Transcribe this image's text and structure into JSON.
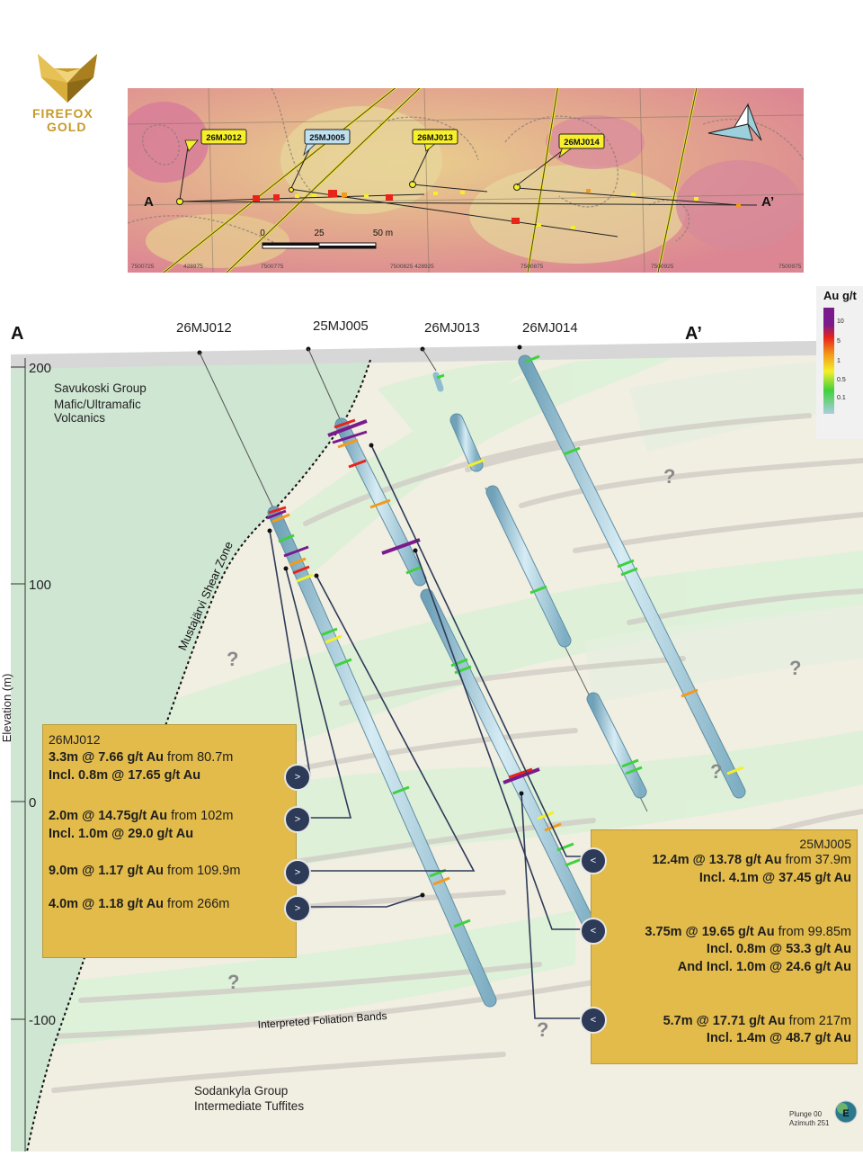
{
  "logo": {
    "line1": "FIREFOX",
    "line2": "GOLD"
  },
  "map": {
    "hole_labels": [
      "26MJ012",
      "25MJ005",
      "26MJ013",
      "26MJ014"
    ],
    "point_a": "A",
    "point_a_prime": "A’",
    "scale": {
      "ticks": [
        "0",
        "25",
        "50 m"
      ]
    },
    "coord_labels": [
      "7500725",
      "428975",
      "7500775",
      "7500825 428925",
      "7500875",
      "7500925",
      "7500975"
    ],
    "north_arrow_icon": "north-arrow-icon"
  },
  "section": {
    "label_a": "A",
    "label_a_prime": "A’",
    "hole_labels": [
      "26MJ012",
      "25MJ005",
      "26MJ013",
      "26MJ014"
    ],
    "y_axis_title": "Elevation (m)",
    "y_ticks": [
      "200",
      "100",
      "0",
      "-100"
    ],
    "units": {
      "top": [
        "Savukoski Group",
        "Mafic/Ultramafic",
        "Volcanics"
      ],
      "bottom": [
        "Sodankyla Group",
        "Intermediate Tuffites"
      ]
    },
    "shear_zone": "Mustajärvi Shear Zone",
    "foliation": "Interpreted Foliation Bands",
    "question_mark": "?",
    "plunge": "Plunge 00",
    "azimuth": "Azimuth 251",
    "compass_letter": "E"
  },
  "legend": {
    "title": "Au g/t",
    "entries": [
      {
        "label": "10",
        "color": "#7a1a8c"
      },
      {
        "label": "5",
        "color": "#e8231a"
      },
      {
        "label": "1",
        "color": "#f39a1a"
      },
      {
        "label": "0.5",
        "color": "#f5ef2a"
      },
      {
        "label": "0.1",
        "color": "#3fd23c"
      },
      {
        "label": "",
        "color": "#a9cde0"
      }
    ]
  },
  "box_left": {
    "title": "26MJ012",
    "lines": [
      {
        "bold": "3.3m @ 7.66 g/t Au",
        "rest": " from 80.7m"
      },
      {
        "bold": "Incl.  0.8m @ 17.65 g/t Au",
        "rest": ""
      },
      {
        "bold": "2.0m @ 14.75g/t Au",
        "rest": " from 102m"
      },
      {
        "bold": "Incl.  1.0m @ 29.0 g/t Au",
        "rest": ""
      },
      {
        "bold": "9.0m @ 1.17 g/t Au",
        "rest": " from 109.9m"
      },
      {
        "bold": "4.0m @ 1.18 g/t Au",
        "rest": " from 266m"
      }
    ],
    "button_glyph": ">"
  },
  "box_right": {
    "title": "25MJ005",
    "lines": [
      {
        "bold": "12.4m @ 13.78 g/t Au",
        "rest": " from 37.9m"
      },
      {
        "bold": "Incl. 4.1m @ 37.45 g/t Au",
        "rest": ""
      },
      {
        "bold": "3.75m @ 19.65 g/t Au",
        "rest": " from 99.85m"
      },
      {
        "bold": "Incl. 0.8m @ 53.3 g/t Au",
        "rest": ""
      },
      {
        "bold": "And Incl. 1.0m @ 24.6 g/t Au",
        "rest": ""
      },
      {
        "bold": "5.7m @ 17.71 g/t Au",
        "rest": " from 217m"
      },
      {
        "bold": "Incl. 1.4m @ 48.7 g/t Au",
        "rest": ""
      }
    ],
    "button_glyph": "<"
  }
}
